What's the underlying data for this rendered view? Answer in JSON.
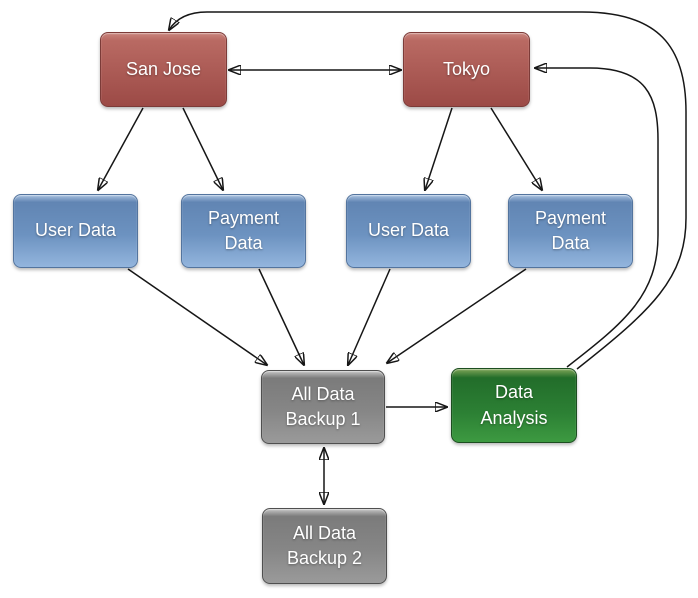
{
  "diagram": {
    "nodes": [
      {
        "id": "san-jose",
        "label": "San Jose",
        "color": "#a85450"
      },
      {
        "id": "tokyo",
        "label": "Tokyo",
        "color": "#a85450"
      },
      {
        "id": "user-data-west",
        "label": "User Data",
        "color": "#7096c4"
      },
      {
        "id": "payment-data-west",
        "label": "Payment\nData",
        "color": "#7096c4"
      },
      {
        "id": "user-data-east",
        "label": "User Data",
        "color": "#7096c4"
      },
      {
        "id": "payment-data-east",
        "label": "Payment\nData",
        "color": "#7096c4"
      },
      {
        "id": "all-data-backup-1",
        "label": "All Data\nBackup 1",
        "color": "#8a8a8a"
      },
      {
        "id": "data-analysis",
        "label": "Data\nAnalysis",
        "color": "#2e8033"
      },
      {
        "id": "all-data-backup-2",
        "label": "All Data\nBackup 2",
        "color": "#8a8a8a"
      }
    ],
    "edges": [
      {
        "from": "san-jose",
        "to": "tokyo",
        "bidirectional": true
      },
      {
        "from": "san-jose",
        "to": "user-data-west",
        "bidirectional": false
      },
      {
        "from": "san-jose",
        "to": "payment-data-west",
        "bidirectional": false
      },
      {
        "from": "tokyo",
        "to": "user-data-east",
        "bidirectional": false
      },
      {
        "from": "tokyo",
        "to": "payment-data-east",
        "bidirectional": false
      },
      {
        "from": "user-data-west",
        "to": "all-data-backup-1",
        "bidirectional": false
      },
      {
        "from": "payment-data-west",
        "to": "all-data-backup-1",
        "bidirectional": false
      },
      {
        "from": "user-data-east",
        "to": "all-data-backup-1",
        "bidirectional": false
      },
      {
        "from": "payment-data-east",
        "to": "all-data-backup-1",
        "bidirectional": false
      },
      {
        "from": "all-data-backup-1",
        "to": "data-analysis",
        "bidirectional": false
      },
      {
        "from": "all-data-backup-1",
        "to": "all-data-backup-2",
        "bidirectional": true
      },
      {
        "from": "data-analysis",
        "to": "tokyo",
        "bidirectional": false
      },
      {
        "from": "data-analysis",
        "to": "san-jose",
        "bidirectional": false
      }
    ],
    "palette": {
      "edge": "#161616",
      "background": "#ffffff"
    }
  }
}
